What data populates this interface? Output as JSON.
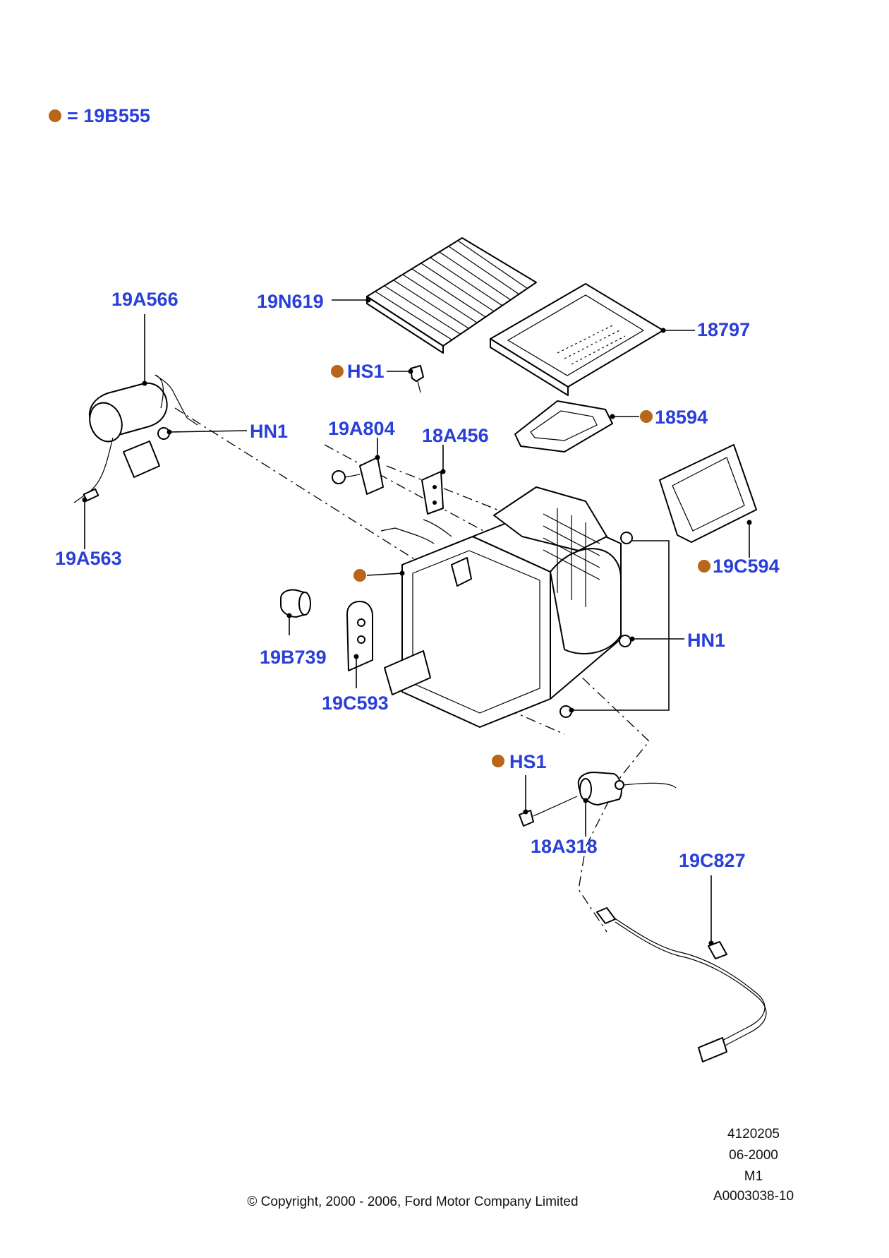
{
  "legend": {
    "marker_color": "#b8661a",
    "text": "= 19B555"
  },
  "labels": {
    "p19A566": "19A566",
    "p19N619": "19N619",
    "p18797": "18797",
    "hs1_top": "HS1",
    "p19A804": "19A804",
    "p18A456": "18A456",
    "p18594": "18594",
    "hn1_left": "HN1",
    "p19A563": "19A563",
    "p19C594": "19C594",
    "hn1_right": "HN1",
    "p19B739": "19B739",
    "p19C593": "19C593",
    "hs1_bottom": "HS1",
    "p18A318": "18A318",
    "p19C827": "19C827"
  },
  "footer": {
    "ref_number": "4120205",
    "date": "06-2000",
    "code": "M1",
    "illustration_id": "A0003038-10",
    "copyright": "© Copyright, 2000 - 2006, Ford Motor Company Limited"
  },
  "colors": {
    "label": "#2a3fd9",
    "marker": "#b8661a",
    "line": "#000000"
  }
}
